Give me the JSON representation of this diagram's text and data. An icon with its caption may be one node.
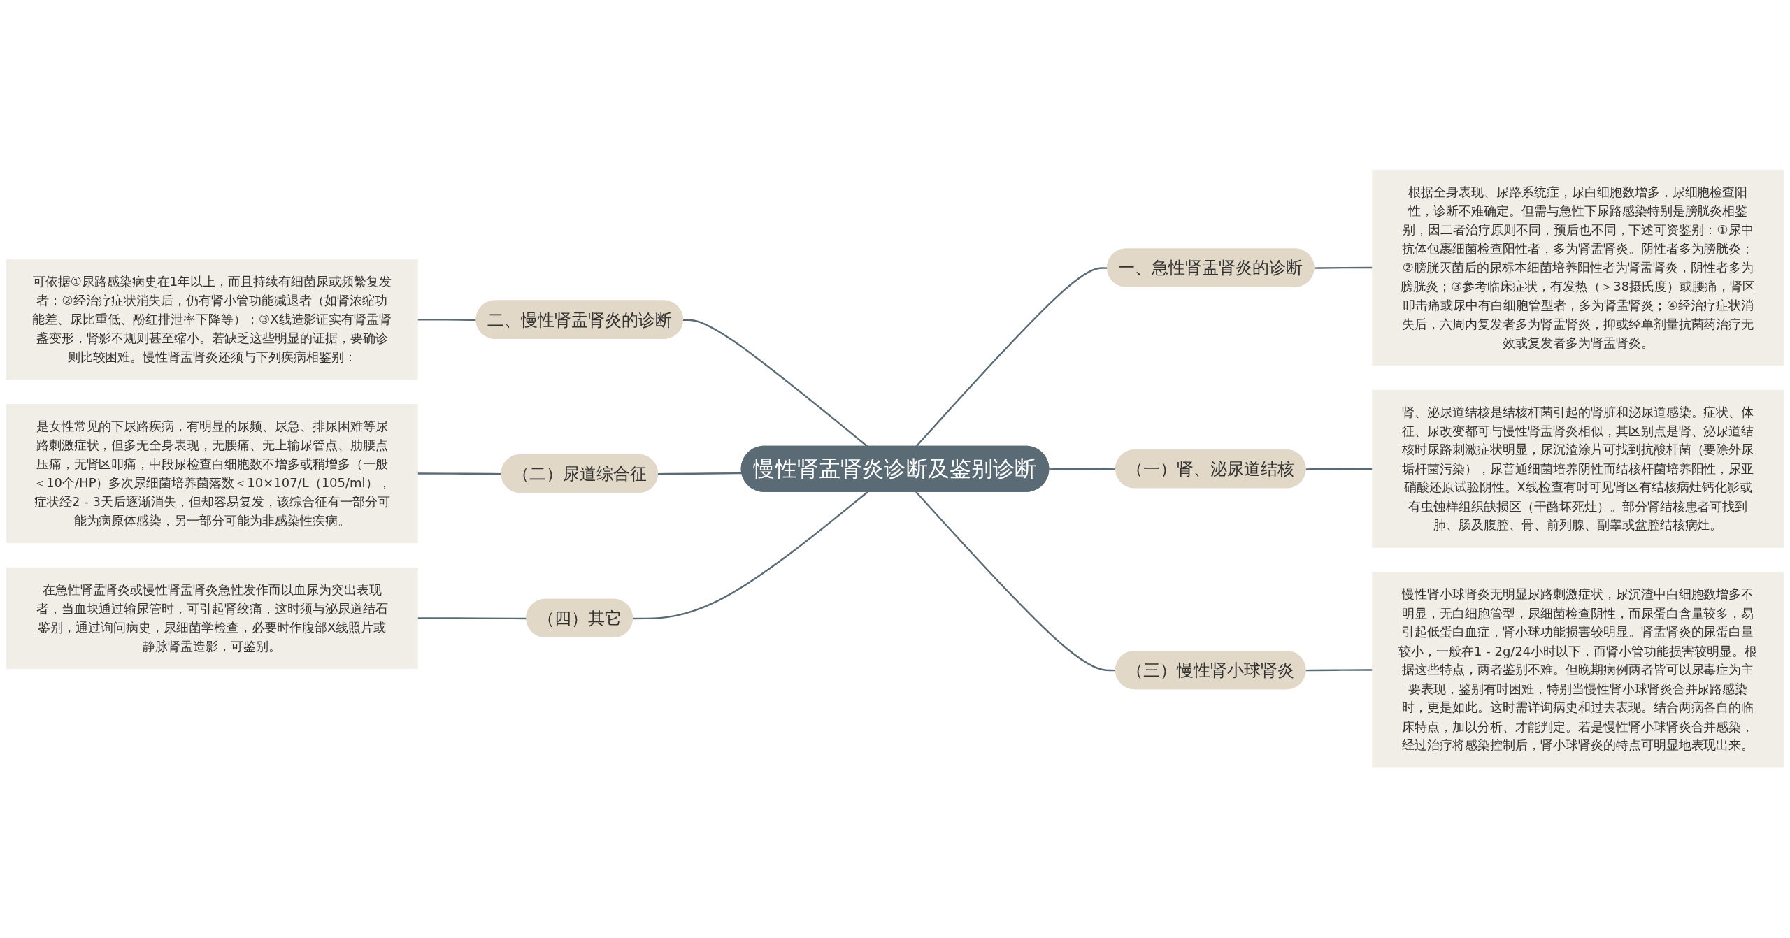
{
  "diagram": {
    "nodes": [
      {
        "text": [
          "慢性肾盂肾炎诊断及鉴别诊断"
        ]
      },
      {
        "text": [
          "一、急性肾盂肾炎的诊断"
        ]
      },
      {
        "text": [
          "根据全身表现、尿路系统症，尿白细胞数增多，尿细胞检查阳性，诊断不难确定。但需与急性下尿路感染特别是膀胱炎相鉴别，因二者治疗原则不同，预后也不同，下述可资鉴别：①尿中抗体包裹细菌检查阳性者，多为肾盂肾炎。阴性者多为膀胱炎；②膀胱灭菌后的尿标本细菌培养阳性者为肾盂肾炎，阴性者多为膀胱炎；③参考临床症状，有发热（＞38摄氏度）或腰痛，肾区叩击痛或尿中有白细胞管型者，多为肾盂肾炎；④经治疗症状消失后，六周内复发者多为肾盂肾炎，抑或经单剂量抗菌药治疗无效或复发者多为肾盂肾炎。"
        ]
      },
      {
        "text": [
          "（一）肾、泌尿道结核"
        ]
      },
      {
        "text": [
          "肾、泌尿道结核是结核杆菌引起的肾脏和泌尿道感染。症状、体征、尿改变都可与慢性肾盂肾炎相似，其区别点是肾、泌尿道结核时尿路刺激症状明显，尿沉渣涂片可找到抗酸杆菌（要除外尿垢杆菌污染），尿普通细菌培养阴性而结核杆菌培养阳性，尿亚硝酸还原试验阴性。X线检查有时可见肾区有结核病灶钙化影或有虫蚀样组织缺损区（干酪坏死灶）。部分肾结核患者可找到肺、肠及腹腔、骨、前列腺、副睾或盆腔结核病灶。"
        ]
      },
      {
        "text": [
          "（三）慢性肾小球肾炎"
        ]
      },
      {
        "text": [
          "慢性肾小球肾炎无明显尿路刺激症状，尿沉渣中白细胞数增多不明显，无白细胞管型，尿细菌检查阴性，而尿蛋白含量较多，易引起低蛋白血症，肾小球功能损害较明显。肾盂肾炎的尿蛋白量较小，一般在1 - 2g/24小时以下，而肾小管功能损害较明显。根据这些特点，两者鉴别不难。但晚期病例两者皆可以尿毒症为主要表现，鉴别有时困难，特别当慢性肾小球肾炎合并尿路感染时，更是如此。这时需详询病史和过去表现。结合两病各自的临床特点，加以分析、才能判定。若是慢性肾小球肾炎合并感染，经过治疗将感染控制后，肾小球肾炎的特点可明显地表现出来。"
        ]
      },
      {
        "text": [
          "二、慢性肾盂肾炎的诊断"
        ]
      },
      {
        "text": [
          "可依据①尿路感染病史在1年以上，而且持续有细菌尿或频繁复发者；②经治疗症状消失后，仍有肾小管功能减退者（如肾浓缩功能差、尿比重低、酚红排泄率下降等）；③X线造影证实有肾盂肾盏变形，肾影不规则甚至缩小。若缺乏这些明显的证据，要确诊则比较困难。慢性肾盂肾炎还须与下列疾病相鉴别："
        ]
      },
      {
        "text": [
          "（二）尿道综合征"
        ]
      },
      {
        "text": [
          "是女性常见的下尿路疾病，有明显的尿频、尿急、排尿困难等尿路刺激症状，但多无全身表现，无腰痛、无上输尿管点、肋腰点压痛，无肾区叩痛，中段尿检查白细胞数不增多或稍增多（一般＜10个/HP）多次尿细菌培养菌落数＜10×107/L（105/ml），症状经2 - 3天后逐渐消失，但却容易复发，该综合征有一部分可能为病原体感染，另一部分可能为非感染性疾病。"
        ]
      },
      {
        "text": [
          "（四）其它"
        ]
      },
      {
        "text": [
          "在急性肾盂肾炎或慢性肾盂肾炎急性发作而以血尿为突出表现者，当血块通过输尿管时，可引起肾绞痛，这时须与泌尿道结石鉴别，通过询问病史，尿细菌学检查，必要时作腹部X线照片或静脉肾盂造影，可鉴别。"
        ]
      }
    ],
    "edges": [
      {
        "from": 0,
        "to": 1,
        "arrow": "none"
      },
      {
        "from": 1,
        "to": 2,
        "arrow": "none"
      },
      {
        "from": 0,
        "to": 3,
        "arrow": "none"
      },
      {
        "from": 3,
        "to": 4,
        "arrow": "none"
      },
      {
        "from": 0,
        "to": 5,
        "arrow": "none"
      },
      {
        "from": 5,
        "to": 6,
        "arrow": "none"
      },
      {
        "from": 0,
        "to": 7,
        "arrow": "none"
      },
      {
        "from": 7,
        "to": 8,
        "arrow": "none"
      },
      {
        "from": 0,
        "to": 9,
        "arrow": "none"
      },
      {
        "from": 9,
        "to": 10,
        "arrow": "none"
      },
      {
        "from": 0,
        "to": 11,
        "arrow": "none"
      },
      {
        "from": 11,
        "to": 12,
        "arrow": "none"
      }
    ]
  }
}
